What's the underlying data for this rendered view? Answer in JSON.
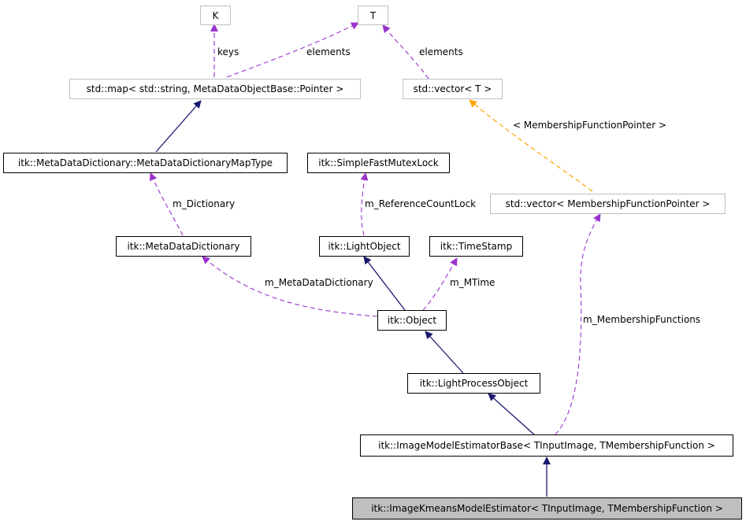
{
  "nodes": {
    "k": "K",
    "t": "T",
    "std_map": "std::map< std::string, MetaDataObjectBase::Pointer >",
    "std_vector_t": "std::vector< T >",
    "dict_map_type": "itk::MetaDataDictionary::MetaDataDictionaryMapType",
    "mutex_lock": "itk::SimpleFastMutexLock",
    "std_vector_mf": "std::vector< MembershipFunctionPointer >",
    "meta_data_dictionary": "itk::MetaDataDictionary",
    "light_object": "itk::LightObject",
    "time_stamp": "itk::TimeStamp",
    "object": "itk::Object",
    "light_process_object": "itk::LightProcessObject",
    "estimator_base": "itk::ImageModelEstimatorBase< TInputImage, TMembershipFunction >",
    "kmeans_estimator": "itk::ImageKmeansModelEstimator< TInputImage, TMembershipFunction >"
  },
  "edge_labels": {
    "keys": "keys",
    "elements_map": "elements",
    "elements_vector": "elements",
    "membership_function_pointer": "< MembershipFunctionPointer >",
    "m_dictionary": "m_Dictionary",
    "m_reference_count_lock": "m_ReferenceCountLock",
    "m_meta_data_dictionary": "m_MetaDataDictionary",
    "m_mtime": "m_MTime",
    "m_membership_functions": "m_MembershipFunctions"
  },
  "colors": {
    "inheritance": "#191970",
    "usage": "#9a32cd",
    "template": "#ffa500",
    "external_border": "#bfbfbf",
    "current_fill": "#bfbfbf"
  }
}
